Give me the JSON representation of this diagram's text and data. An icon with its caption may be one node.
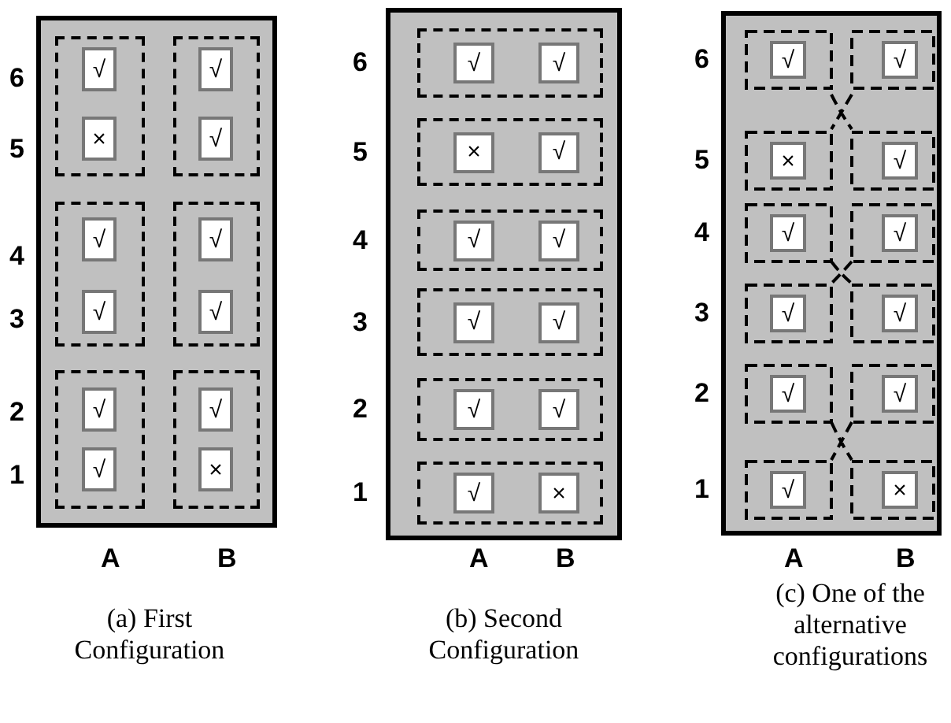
{
  "diagram": {
    "nodes": [
      {
        "text": [],
        "shape": "box",
        "beside": [
          "(a) First Configuration"
        ]
      },
      {
        "text": [],
        "shape": "box",
        "in": 0
      },
      {
        "text": [
          "√"
        ],
        "in": 1
      },
      {
        "text": [
          "×"
        ],
        "in": 1
      },
      {
        "text": [],
        "shape": "box",
        "in": 0
      },
      {
        "text": [
          "√"
        ],
        "in": 4
      },
      {
        "text": [
          "√"
        ],
        "in": 4
      },
      {
        "text": [],
        "shape": "box",
        "in": 0
      },
      {
        "text": [
          "√"
        ],
        "in": 7
      },
      {
        "text": [
          "√"
        ],
        "in": 7
      },
      {
        "text": [],
        "shape": "box",
        "in": 0
      },
      {
        "text": [
          "√"
        ],
        "in": 10
      },
      {
        "text": [
          "√"
        ],
        "in": 10
      },
      {
        "text": [],
        "shape": "box",
        "in": 0
      },
      {
        "text": [
          "√"
        ],
        "in": 13
      },
      {
        "text": [
          "√"
        ],
        "in": 13
      },
      {
        "text": [],
        "shape": "box",
        "in": 0
      },
      {
        "text": [
          "√"
        ],
        "in": 16
      },
      {
        "text": [
          "×"
        ],
        "in": 16
      },
      {
        "text": [],
        "shape": "box",
        "beside": [
          "(b) Second Configuration"
        ]
      },
      {
        "text": [],
        "shape": "box",
        "in": 19
      },
      {
        "text": [
          "√"
        ],
        "in": 20
      },
      {
        "text": [
          "√"
        ],
        "in": 20
      },
      {
        "text": [],
        "shape": "box",
        "in": 19
      },
      {
        "text": [
          "×"
        ],
        "in": 23
      },
      {
        "text": [
          "√"
        ],
        "in": 23
      },
      {
        "text": [],
        "shape": "box",
        "in": 19
      },
      {
        "text": [
          "√"
        ],
        "in": 26
      },
      {
        "text": [
          "√"
        ],
        "in": 26
      },
      {
        "text": [],
        "shape": "box",
        "in": 19
      },
      {
        "text": [
          "√"
        ],
        "in": 29
      },
      {
        "text": [
          "√"
        ],
        "in": 29
      },
      {
        "text": [],
        "shape": "box",
        "in": 19
      },
      {
        "text": [
          "√"
        ],
        "in": 32
      },
      {
        "text": [
          "√"
        ],
        "in": 32
      },
      {
        "text": [],
        "shape": "box",
        "in": 19
      },
      {
        "text": [
          "√"
        ],
        "in": 35
      },
      {
        "text": [
          "×"
        ],
        "in": 35
      },
      {
        "text": [],
        "shape": "box",
        "beside": [
          "(c) One of the alternative configurations"
        ]
      },
      {
        "text": [
          "√"
        ],
        "in": 38
      },
      {
        "text": [
          "√"
        ],
        "in": 38
      },
      {
        "text": [
          "×"
        ],
        "in": 38
      },
      {
        "text": [
          "√"
        ],
        "in": 38
      },
      {
        "text": [
          "√"
        ],
        "in": 38
      },
      {
        "text": [
          "√"
        ],
        "in": 38
      },
      {
        "text": [
          "√"
        ],
        "in": 38
      },
      {
        "text": [
          "√"
        ],
        "in": 38
      },
      {
        "text": [
          "√"
        ],
        "in": 38
      },
      {
        "text": [
          "√"
        ],
        "in": 38
      },
      {
        "text": [
          "√"
        ],
        "in": 38
      },
      {
        "text": [
          "×"
        ],
        "in": 38
      }
    ],
    "edges": [],
    "labels": [
      "6",
      "5",
      "4",
      "3",
      "2",
      "1",
      "A",
      "B",
      "6",
      "5",
      "4",
      "3",
      "2",
      "1",
      "A",
      "B",
      "6",
      "5",
      "4",
      "3",
      "2",
      "1",
      "A",
      "B"
    ]
  }
}
